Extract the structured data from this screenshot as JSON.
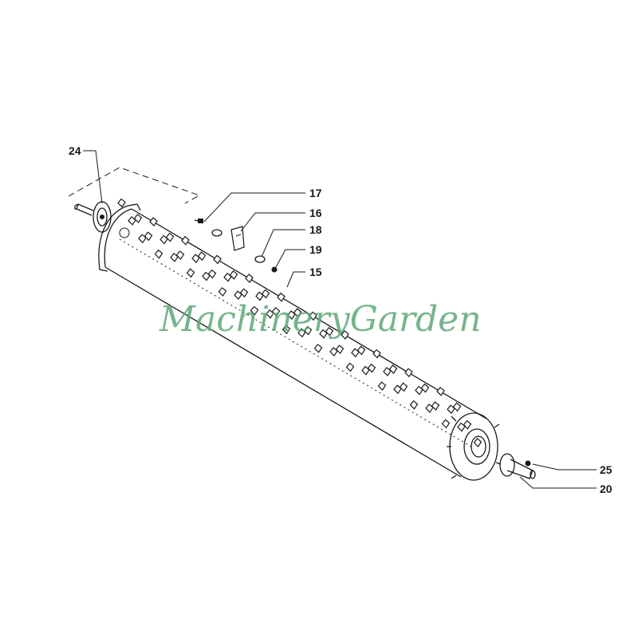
{
  "watermark": "MachineryGarden",
  "callouts": [
    {
      "id": "24",
      "label": "24"
    },
    {
      "id": "17",
      "label": "17"
    },
    {
      "id": "16",
      "label": "16"
    },
    {
      "id": "18",
      "label": "18"
    },
    {
      "id": "19",
      "label": "19"
    },
    {
      "id": "15",
      "label": "15"
    },
    {
      "id": "25",
      "label": "25"
    },
    {
      "id": "20",
      "label": "20"
    }
  ]
}
